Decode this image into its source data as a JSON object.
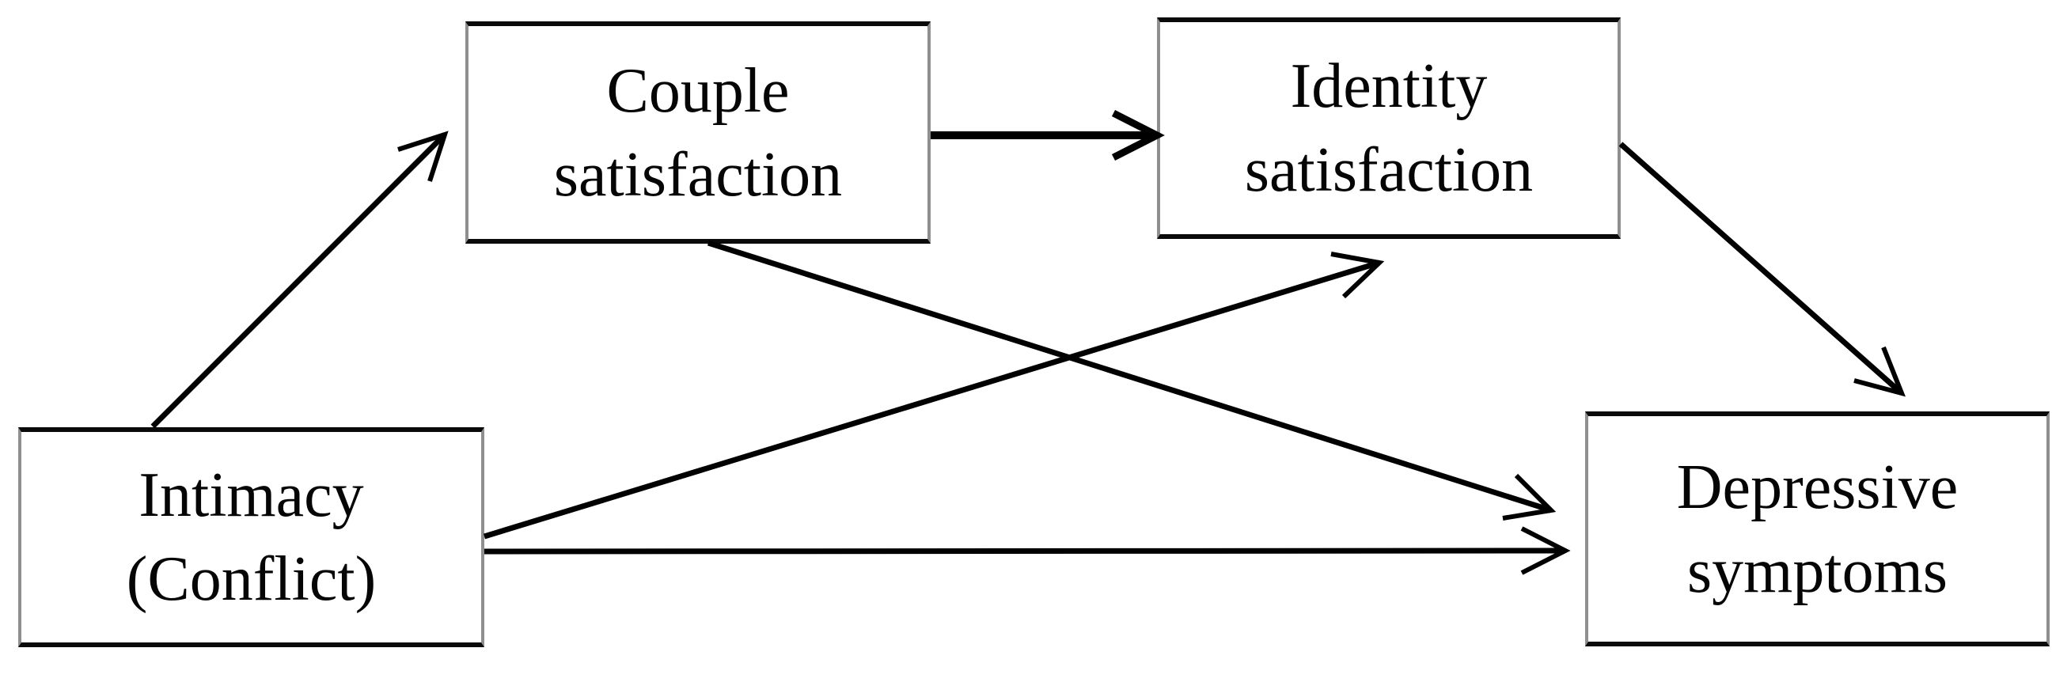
{
  "page": {
    "background": "#ffffff",
    "description": "Path model diagram linking intimacy (conflict) to depressive symptoms via couple satisfaction and identity satisfaction"
  },
  "diagram": {
    "type": "path-model",
    "nodes": [
      {
        "id": "intimacy",
        "line1": "Intimacy",
        "line2": "(Conflict)"
      },
      {
        "id": "couple-satisfaction",
        "line1": "Couple",
        "line2": "satisfaction"
      },
      {
        "id": "identity-satisfaction",
        "line1": "Identity",
        "line2": "satisfaction"
      },
      {
        "id": "depressive-symptoms",
        "line1": "Depressive",
        "line2": "symptoms"
      }
    ],
    "edges": [
      {
        "from": "intimacy",
        "to": "couple-satisfaction"
      },
      {
        "from": "couple-satisfaction",
        "to": "identity-satisfaction"
      },
      {
        "from": "identity-satisfaction",
        "to": "depressive-symptoms"
      },
      {
        "from": "intimacy",
        "to": "identity-satisfaction"
      },
      {
        "from": "couple-satisfaction",
        "to": "depressive-symptoms"
      },
      {
        "from": "intimacy",
        "to": "depressive-symptoms"
      }
    ],
    "colors": {
      "line": "#000000",
      "box_border_horizontal": "#0a0a0a",
      "box_border_vertical": "#8f8f8f",
      "text": "#050505",
      "background": "#ffffff"
    }
  }
}
